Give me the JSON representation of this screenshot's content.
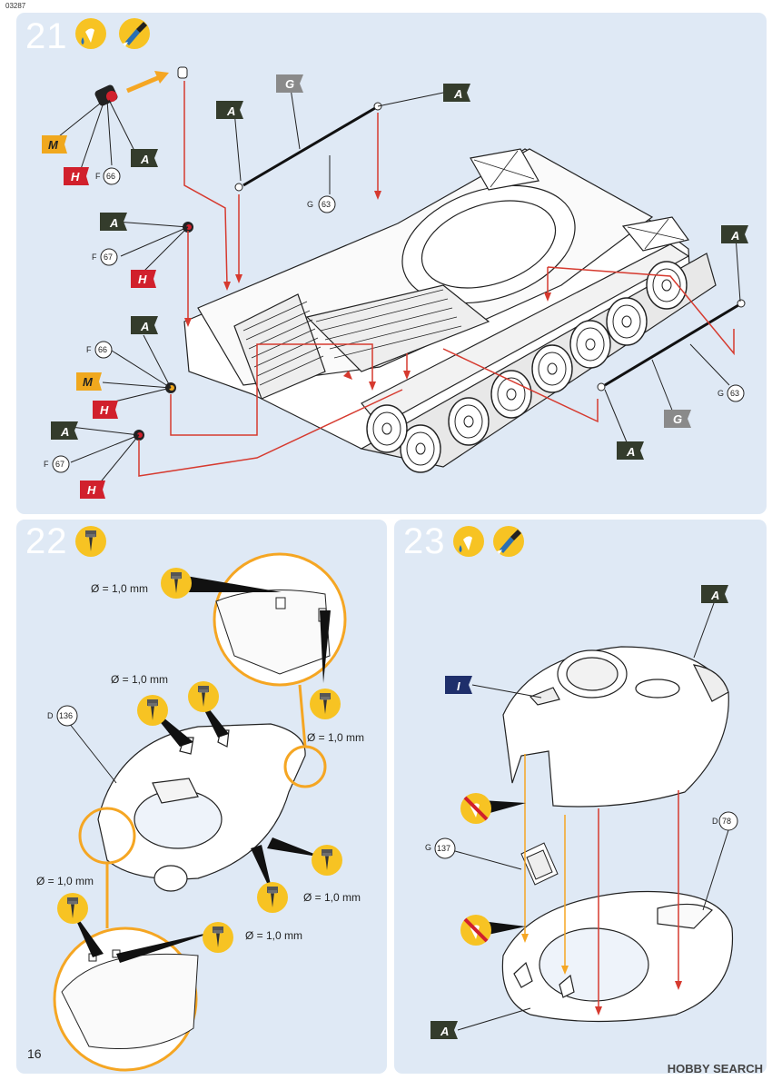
{
  "doc_code": "03287",
  "page_number": "16",
  "watermark": "HOBBY SEARCH",
  "colors": {
    "panel_bg": "#dfe9f5",
    "flag_A": "#343c2c",
    "flag_G": "#8a8a8a",
    "flag_M": "#f0a81e",
    "flag_H": "#d1202c",
    "flag_I": "#1f2f6b",
    "arrow_red": "#d63a2f",
    "arrow_orange": "#f5a623",
    "zoom_circle": "#f5a623",
    "icon_yellow": "#f7c323"
  },
  "steps": {
    "s21": {
      "number": "21",
      "icons": [
        "glue-icon",
        "paint-icon"
      ]
    },
    "s22": {
      "number": "22",
      "icons": [
        "drill-icon"
      ]
    },
    "s23": {
      "number": "23",
      "icons": [
        "glue-icon",
        "paint-icon"
      ]
    }
  },
  "step21": {
    "paint_flags": {
      "a": "A",
      "g": "G",
      "m": "M",
      "h": "H"
    },
    "parts": {
      "f66": "66",
      "f67": "67",
      "g63": "63"
    },
    "part_prefixes": {
      "f": "F",
      "g": "G"
    }
  },
  "step22": {
    "drill_label": "Ø = 1,0 mm",
    "part": {
      "prefix": "D",
      "number": "136"
    }
  },
  "step23": {
    "paint_flags": {
      "a": "A",
      "i": "I"
    },
    "parts": {
      "d78": {
        "prefix": "D",
        "number": "78"
      },
      "g137": {
        "prefix": "G",
        "number": "137"
      }
    }
  }
}
